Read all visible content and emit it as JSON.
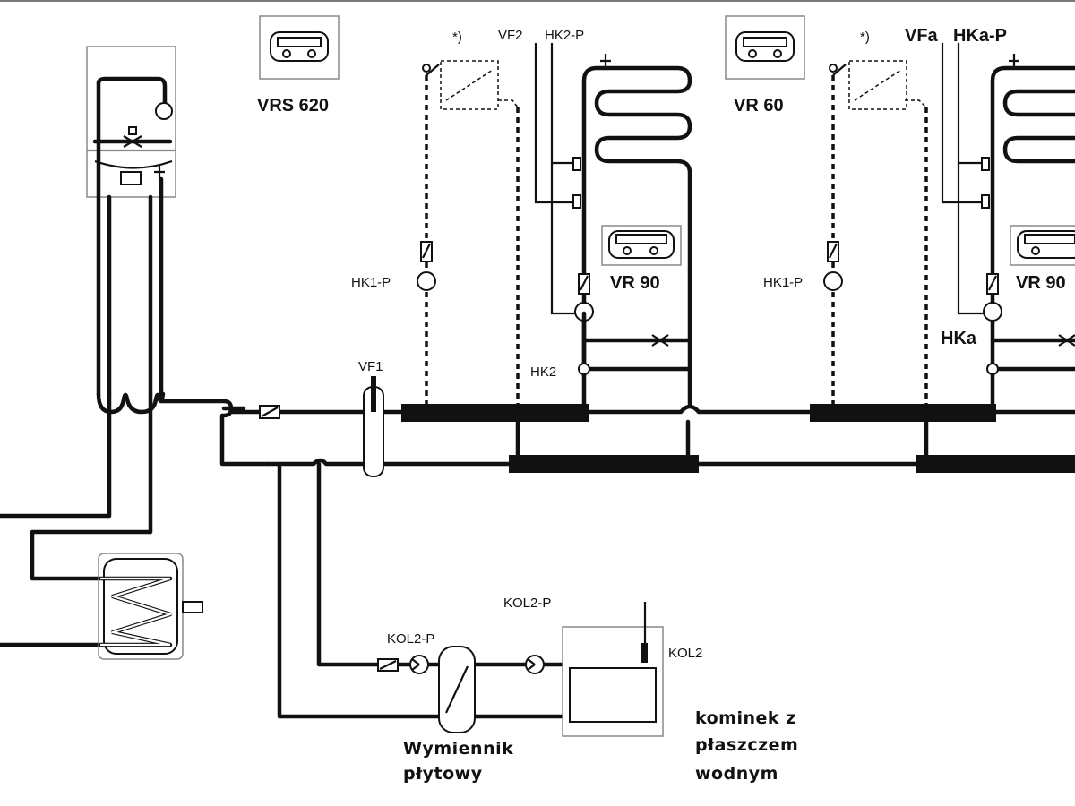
{
  "labels": {
    "vrs620": "VRS 620",
    "vr60": "VR 60",
    "vr90_left": "VR 90",
    "vr90_right": "VR 90",
    "star_left": "*)",
    "star_right": "*)",
    "vf2": "VF2",
    "hk2_p": "HK2-P",
    "vfa": "VFa",
    "hka_p": "HKa-P",
    "hk1_p_left": "HK1-P",
    "hk1_p_right": "HK1-P",
    "vf1": "VF1",
    "hk2": "HK2",
    "hka": "HKa",
    "kol2_p_left": "KOL2-P",
    "kol2_p_right": "KOL2-P",
    "kol2": "KOL2",
    "exchanger_line1": "Wymiennik",
    "exchanger_line2": "płytowy",
    "fireplace_line1": "kominek z",
    "fireplace_line2": "płaszczem",
    "fireplace_line3": "wodnym"
  },
  "colors": {
    "line": "#111111",
    "background": "#ffffff",
    "outline_grey": "#888888"
  }
}
